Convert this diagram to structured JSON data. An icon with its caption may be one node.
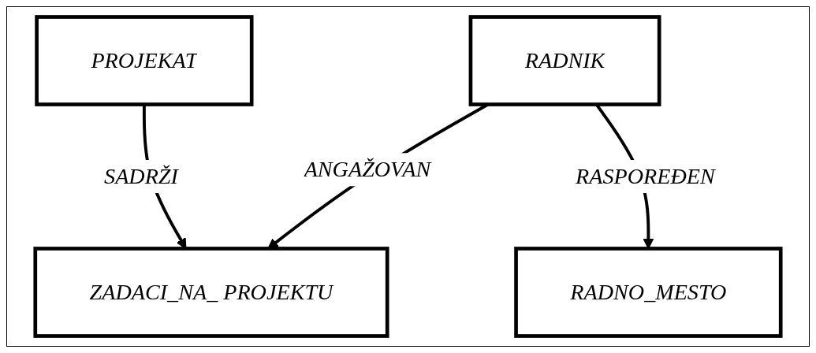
{
  "diagram": {
    "nodes": [
      {
        "text": [
          "PROJEKAT"
        ]
      },
      {
        "text": [
          "RADNIK"
        ]
      },
      {
        "text": [
          "ZADACI_NA_ PROJEKTU"
        ]
      },
      {
        "text": [
          "RADNO_MESTO"
        ]
      }
    ],
    "edges": [
      {
        "from": 0,
        "to": 2,
        "arrow": "to",
        "label": "SADRŽI"
      },
      {
        "from": 1,
        "to": 2,
        "arrow": "to",
        "label": "ANGAŽOVAN"
      },
      {
        "from": 1,
        "to": 3,
        "arrow": "to",
        "label": "RASPOREĐEN"
      }
    ]
  }
}
